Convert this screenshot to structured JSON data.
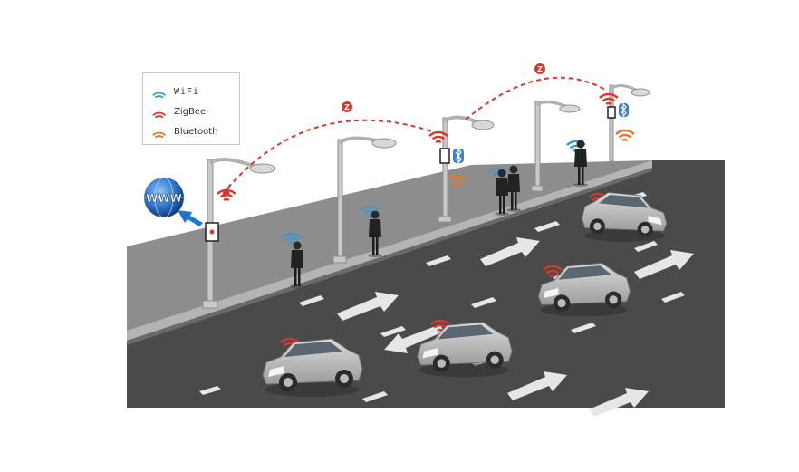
{
  "legend": {
    "items": [
      {
        "label": "WiFi",
        "color": "#3f97cf",
        "icon": "wifi-signal-icon"
      },
      {
        "label": "ZigBee",
        "color": "#d5392e",
        "icon": "zigbee-signal-icon"
      },
      {
        "label": "Bluetooth",
        "color": "#e8762c",
        "icon": "bluetooth-signal-icon"
      }
    ]
  },
  "globe": {
    "label": "WWW",
    "color": "#1f63b5"
  },
  "link_marker": "Z",
  "colors": {
    "road": "#4a4a4a",
    "sidewalk": "#8d8d8d",
    "curb": "#b4b4b4",
    "arrow": "#e6e6e6"
  }
}
